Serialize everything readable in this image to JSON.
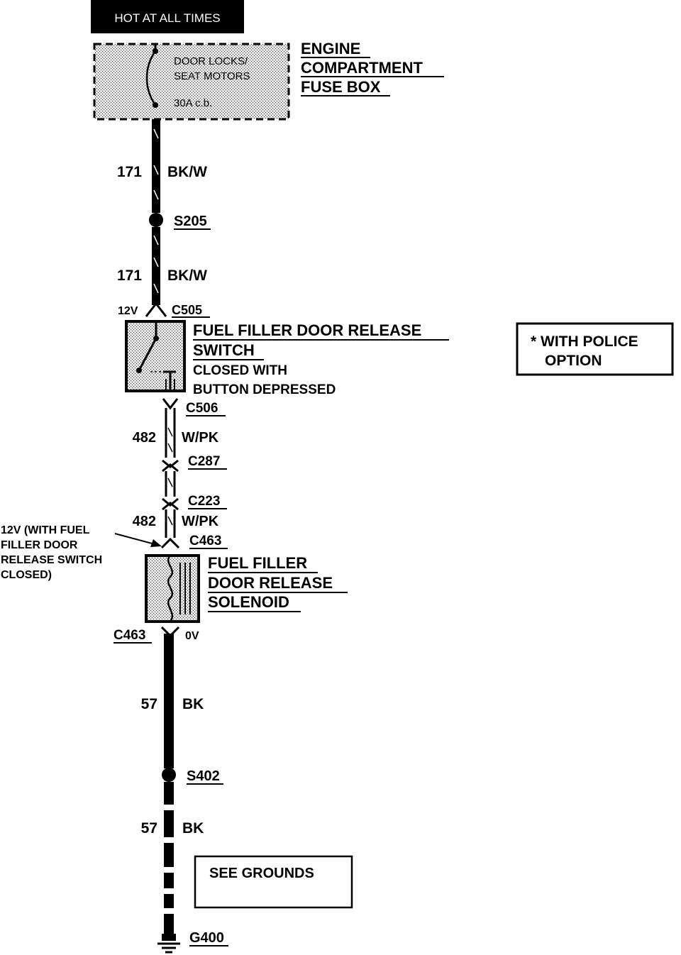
{
  "header": {
    "hot_label": "HOT AT ALL TIMES"
  },
  "fuse_box": {
    "circuit_line1": "DOOR LOCKS/",
    "circuit_line2": "SEAT MOTORS",
    "rating": "30A c.b.",
    "title_line1": "ENGINE",
    "title_line2": "COMPARTMENT",
    "title_line3": "FUSE BOX"
  },
  "wires": {
    "w1": {
      "number": "171",
      "color": "BK/W"
    },
    "w2": {
      "number": "171",
      "color": "BK/W"
    },
    "w3": {
      "number": "482",
      "color": "W/PK"
    },
    "w4": {
      "number": "482",
      "color": "W/PK"
    },
    "w5": {
      "number": "57",
      "color": "BK"
    },
    "w6": {
      "number": "57",
      "color": "BK"
    }
  },
  "splices": {
    "s205": "S205",
    "s402": "S402"
  },
  "connectors": {
    "c505": "C505",
    "c505_voltage": "12V",
    "c506": "C506",
    "c287": "C287",
    "c223": "C223",
    "c463_top": "C463",
    "c463_bottom": "C463",
    "c463_voltage": "0V"
  },
  "switch": {
    "title_line1": "FUEL FILLER DOOR RELEASE",
    "title_line2": "SWITCH",
    "note_line1": "CLOSED WITH",
    "note_line2": "BUTTON DEPRESSED"
  },
  "solenoid": {
    "title_line1": "FUEL FILLER",
    "title_line2": "DOOR RELEASE",
    "title_line3": "SOLENOID"
  },
  "voltage_note": {
    "line1": "12V (WITH FUEL",
    "line2": "FILLER DOOR",
    "line3": "RELEASE SWITCH",
    "line4": "CLOSED)"
  },
  "police_note": {
    "line1": "* WITH POLICE",
    "line2": "OPTION"
  },
  "grounds_note": {
    "label": "SEE GROUNDS"
  },
  "ground": {
    "label": "G400"
  }
}
